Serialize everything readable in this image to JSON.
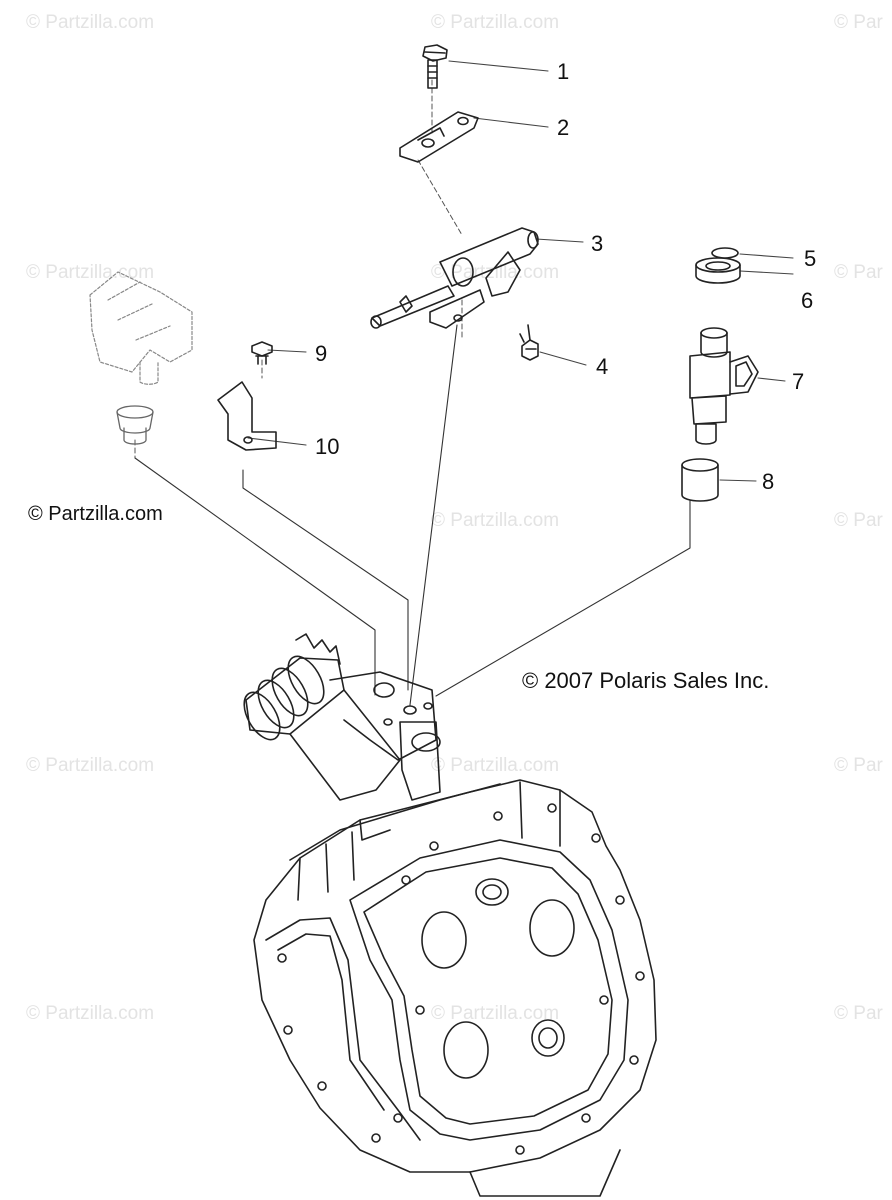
{
  "watermark": {
    "text": "© Partzilla.com",
    "text_short": "© Par",
    "color": "#e3e3e3"
  },
  "captions": {
    "site_credit": "© Partzilla.com",
    "copyright": "© 2007 Polaris Sales Inc."
  },
  "callouts": [
    "1",
    "2",
    "3",
    "4",
    "5",
    "6",
    "7",
    "8",
    "9",
    "10"
  ],
  "colors": {
    "line": "#222222",
    "leader": "#444444",
    "background": "#ffffff"
  }
}
